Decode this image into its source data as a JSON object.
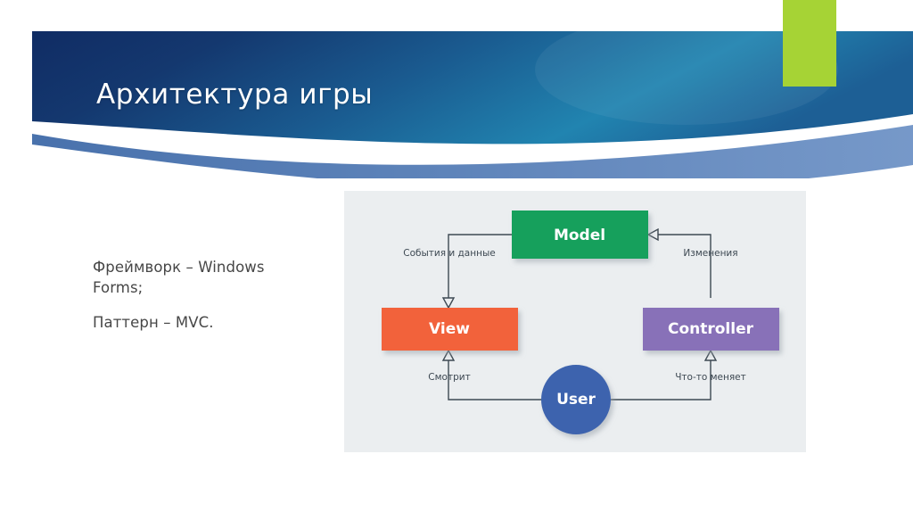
{
  "slide": {
    "title": "Архитектура игры",
    "background_color": "#ffffff"
  },
  "banner": {
    "gradient_start": "#12306b",
    "gradient_end": "#2288b4",
    "wave_color": "#5d83bb",
    "accent_bar_color": "#a6d335"
  },
  "body": {
    "paragraphs": [
      "Фреймворк – Windows Forms;",
      "Паттерн – MVC."
    ]
  },
  "diagram": {
    "background_color": "#ebeef0",
    "nodes": [
      {
        "id": "model",
        "label": "Model",
        "shape": "rect",
        "color": "#13a05c"
      },
      {
        "id": "view",
        "label": "View",
        "shape": "rect",
        "color": "#f2623a"
      },
      {
        "id": "controller",
        "label": "Controller",
        "shape": "rect",
        "color": "#8871b8"
      },
      {
        "id": "user",
        "label": "User",
        "shape": "circle",
        "color": "#3c64ae"
      }
    ],
    "edges": [
      {
        "id": "model-to-view",
        "from": "model",
        "to": "view",
        "label": "События и данные"
      },
      {
        "id": "controller-to-model",
        "from": "controller",
        "to": "model",
        "label": "Изменения"
      },
      {
        "id": "user-to-view",
        "from": "user",
        "to": "view",
        "label": "Смотрит"
      },
      {
        "id": "user-to-controller",
        "from": "user",
        "to": "controller",
        "label": "Что-то меняет"
      }
    ]
  }
}
